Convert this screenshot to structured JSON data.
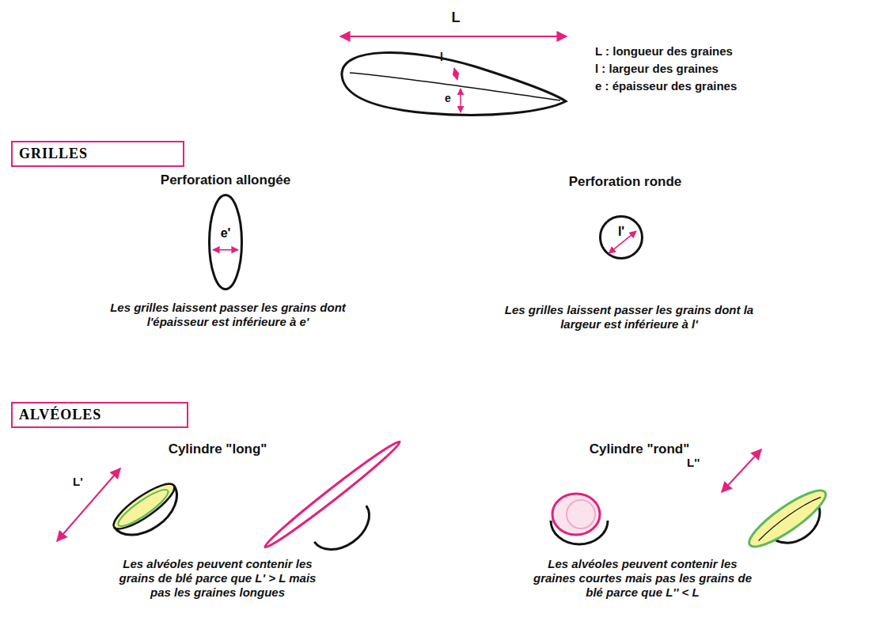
{
  "diagram": {
    "nodes": [
      {
        "text": [
          "GRILLES"
        ]
      },
      {
        "text": [
          "e'"
        ]
      },
      {
        "text": [
          "l'"
        ]
      },
      {
        "text": [
          "ALVÉOLES"
        ]
      }
    ],
    "labels": [
      "L",
      "l",
      "e",
      "L : longueur des graines",
      "l : largeur des graines",
      "e : épaisseur des graines",
      "Perforation allongée",
      "Les grilles laissent passer les grains dont l'épaisseur est inférieure à e'",
      "Perforation ronde",
      "Les grilles laissent passer les grains dont la largeur est inférieure à l'",
      "Cylindre \"long\"",
      "L'",
      "Les alvéoles peuvent contenir les grains de blé parce que L' > L mais pas les graines longues",
      "Cylindre \"rond\"",
      "L''",
      "Les alvéoles peuvent contenir les graines courtes mais pas les grains de blé parce que L'' < L"
    ]
  }
}
